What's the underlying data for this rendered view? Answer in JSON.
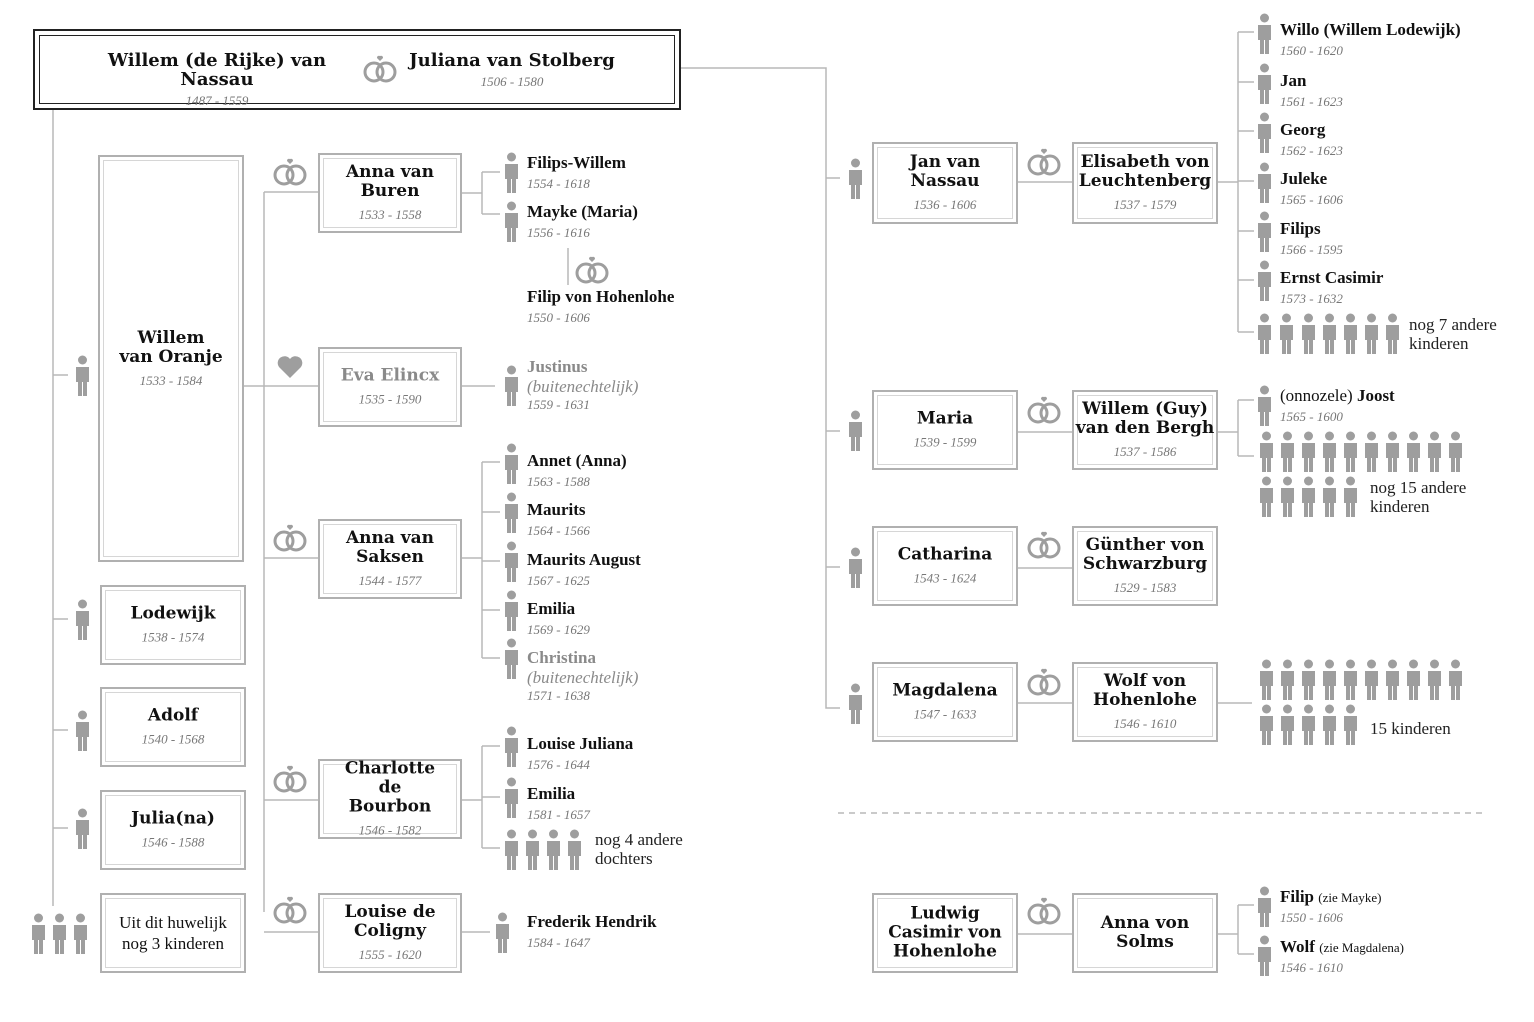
{
  "root": {
    "husband": {
      "name": "Willem (de Rijke) van Nassau",
      "dates": "1487 - 1559"
    },
    "wife": {
      "name": "Juliana van Stolberg",
      "dates": "1506 - 1580"
    }
  },
  "willem": {
    "name": "Willem van Oranje",
    "dates": "1533 - 1584"
  },
  "siblings": [
    {
      "name": "Lodewijk",
      "dates": "1538 - 1574"
    },
    {
      "name": "Adolf",
      "dates": "1540 - 1568"
    },
    {
      "name": "Julia(na)",
      "dates": "1546 - 1588"
    }
  ],
  "extra_children_text": "Uit dit huwelijk nog 3 kinderen",
  "willem_partners": [
    {
      "partner": {
        "name": "Anna van Buren",
        "dates": "1533 - 1558"
      },
      "children": [
        {
          "name": "Filips-Willem",
          "dates": "1554 - 1618"
        },
        {
          "name": "Mayke (Maria)",
          "dates": "1556 - 1616"
        }
      ],
      "spouse": {
        "name": "Filip von Hohenlohe",
        "dates": "1550 - 1606"
      }
    },
    {
      "partner": {
        "name": "Eva Elincx",
        "dates": "1535 - 1590"
      },
      "children": [
        {
          "name": "Justinus",
          "note": "(buitenechtelijk)",
          "dates": "1559 - 1631"
        }
      ]
    },
    {
      "partner": {
        "name": "Anna van Saksen",
        "dates": "1544 - 1577"
      },
      "children": [
        {
          "name": "Annet (Anna)",
          "dates": "1563 - 1588"
        },
        {
          "name": "Maurits",
          "dates": "1564 - 1566"
        },
        {
          "name": "Maurits August",
          "dates": "1567 - 1625"
        },
        {
          "name": "Emilia",
          "dates": "1569 - 1629"
        },
        {
          "name": "Christina",
          "note": "(buitenechtelijk)",
          "dates": "1571 - 1638"
        }
      ]
    },
    {
      "partner": {
        "name": "Charlotte de Bourbon",
        "dates": "1546 - 1582"
      },
      "children": [
        {
          "name": "Louise Juliana",
          "dates": "1576 - 1644"
        },
        {
          "name": "Emilia",
          "dates": "1581 - 1657"
        }
      ],
      "more": "nog 4 andere dochters"
    },
    {
      "partner": {
        "name": "Louise de Coligny",
        "dates": "1555 - 1620"
      },
      "children": [
        {
          "name": "Frederik Hendrik",
          "dates": "1584 - 1647"
        }
      ]
    }
  ],
  "right_couples": [
    {
      "child": {
        "name": "Jan van Nassau",
        "dates": "1536 - 1606"
      },
      "spouse": {
        "name": "Elisabeth von Leuchtenberg",
        "dates": "1537 - 1579"
      },
      "children": [
        {
          "name": "Willo (Willem Lodewijk)",
          "dates": "1560 - 1620"
        },
        {
          "name": "Jan",
          "dates": "1561 - 1623"
        },
        {
          "name": "Georg",
          "dates": "1562 - 1623"
        },
        {
          "name": "Juleke",
          "dates": "1565 - 1606"
        },
        {
          "name": "Filips",
          "dates": "1566 - 1595"
        },
        {
          "name": "Ernst Casimir",
          "dates": "1573 - 1632"
        }
      ],
      "more": "nog 7 andere kinderen"
    },
    {
      "child": {
        "name": "Maria",
        "dates": "1539 - 1599"
      },
      "spouse": {
        "name": "Willem (Guy) van den Bergh",
        "dates": "1537 - 1586"
      },
      "children": [
        {
          "prefix": "(onnozele)",
          "name": "Joost",
          "dates": "1565 - 1600"
        }
      ],
      "more": "nog 15 andere kinderen"
    },
    {
      "child": {
        "name": "Catharina",
        "dates": "1543 - 1624"
      },
      "spouse": {
        "name": "Günther von Schwarzburg",
        "dates": "1529 - 1583"
      }
    },
    {
      "child": {
        "name": "Magdalena",
        "dates": "1547 - 1633"
      },
      "spouse": {
        "name": "Wolf von Hohenlohe",
        "dates": "1546 - 1610"
      },
      "more": "15 kinderen"
    }
  ],
  "bottom_couple": {
    "husband": {
      "name": "Ludwig Casimir von Hohenlohe"
    },
    "wife": {
      "name": "Anna von Solms"
    },
    "children": [
      {
        "name": "Filip",
        "note": "(zie Mayke)",
        "dates": "1550 - 1606"
      },
      {
        "name": "Wolf",
        "note": "(zie Magdalena)",
        "dates": "1546 - 1610"
      }
    ]
  },
  "colors": {
    "line": "#b8b8b8",
    "person": "#9e9e9e",
    "text": "#111111",
    "muted": "#8a8a8a"
  }
}
